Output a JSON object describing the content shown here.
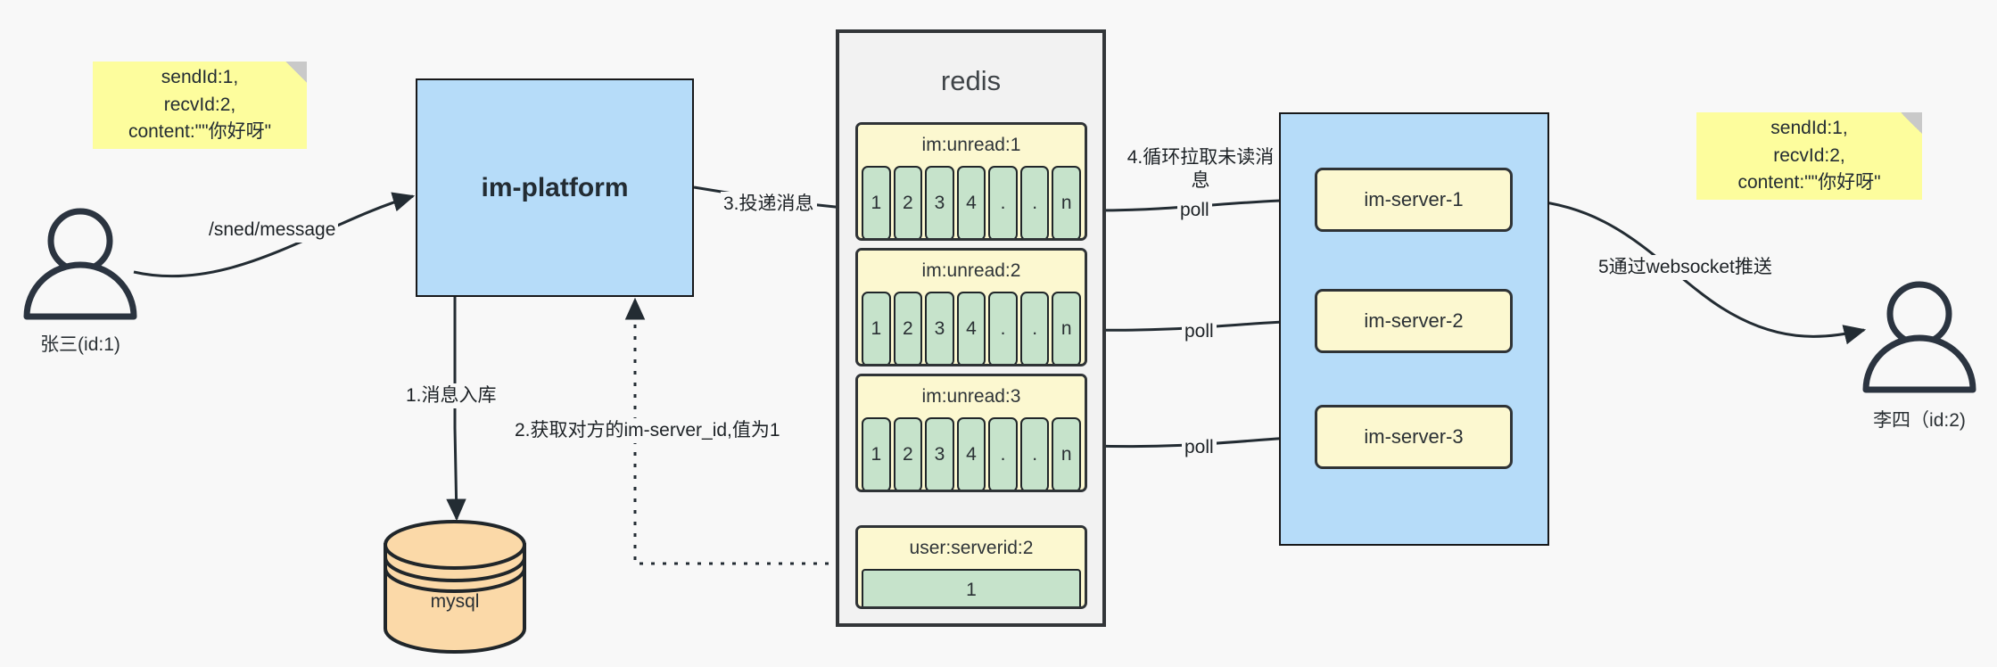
{
  "diagram": {
    "title": "IM message delivery architecture",
    "colors": {
      "note_bg": "#fdfd9d",
      "service_bg": "#b6dcf9",
      "redis_bg": "#f2f2f2",
      "key_bg": "#fcf8d0",
      "cell_bg": "#c6e3cb",
      "mysql_bg": "#fbd9a8",
      "stroke": "#232c33",
      "canvas_bg": "#f8f8f8"
    }
  },
  "notes": {
    "left": {
      "line1": "sendId:1,",
      "line2": "recvId:2,",
      "line3": "content:\"\"你好呀\""
    },
    "right": {
      "line1": "sendId:1,",
      "line2": "recvId:2,",
      "line3": "content:\"\"你好呀\""
    }
  },
  "actors": {
    "sender": {
      "label": "张三(id:1)"
    },
    "receiver": {
      "label": "李四（id:2)"
    }
  },
  "platform": {
    "label": "im-platform"
  },
  "mysql": {
    "label": "mysql"
  },
  "redis": {
    "title": "redis",
    "keys": [
      {
        "name": "im:unread:1",
        "cells": [
          "1",
          "2",
          "3",
          "4",
          ".",
          ".",
          "n"
        ]
      },
      {
        "name": "im:unread:2",
        "cells": [
          "1",
          "2",
          "3",
          "4",
          ".",
          ".",
          "n"
        ]
      },
      {
        "name": "im:unread:3",
        "cells": [
          "1",
          "2",
          "3",
          "4",
          ".",
          ".",
          "n"
        ]
      }
    ],
    "serverid": {
      "name": "user:serverid:2",
      "value": "1"
    }
  },
  "servers": {
    "items": [
      {
        "label": "im-server-1"
      },
      {
        "label": "im-server-2"
      },
      {
        "label": "im-server-3"
      }
    ]
  },
  "edges": {
    "send_message": "/sned/message",
    "step1": "1.消息入库",
    "step2": "2.获取对方的im-server_id,值为1",
    "step3": "3.投递消息",
    "step4": "4.循环拉取未读消息",
    "step5": "5通过websocket推送",
    "poll1": "poll",
    "poll2": "poll",
    "poll3": "poll"
  }
}
